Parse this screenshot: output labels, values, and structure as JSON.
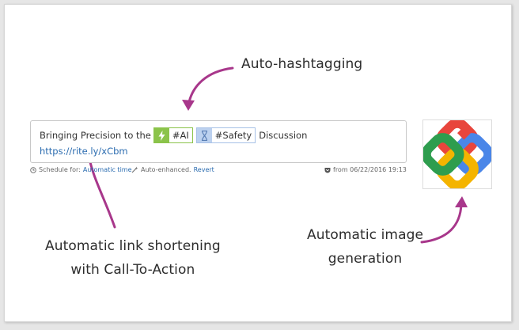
{
  "annotations": {
    "hashtag": "Auto-hashtagging",
    "link_line1": "Automatic link shortening",
    "link_line2": "with Call-To-Action",
    "image_line1": "Automatic image",
    "image_line2": "generation"
  },
  "composer": {
    "text_before": "Bringing Precision to the",
    "tags": [
      {
        "label": "#AI",
        "icon": "lightning-icon"
      },
      {
        "label": "#Safety",
        "icon": "hourglass-icon"
      }
    ],
    "text_after": "Discussion",
    "short_link": "https://rite.ly/xCbm"
  },
  "meta": {
    "schedule_label": "Schedule for:",
    "schedule_value": "Automatic time",
    "enhanced_label": "Auto-enhanced.",
    "revert_label": "Revert",
    "from_label": "from 06/22/2016 19:13"
  },
  "colors": {
    "arrow": "#a8378b",
    "link": "#2b6cb0",
    "tag_ai": "#8bc34a",
    "tag_safety": "#bcd1ef"
  }
}
